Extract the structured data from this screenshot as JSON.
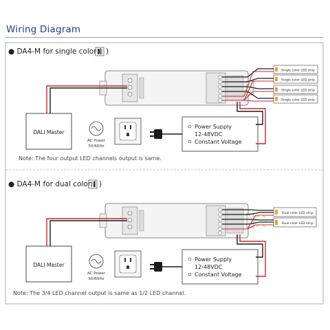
{
  "title": "Wiring Diagram",
  "sections": [
    {
      "heading": "DA4-M for single color (",
      "heading_close": ")",
      "master": "DALI Master",
      "ac_power": [
        "AC Power",
        "50/60Hz"
      ],
      "psu": [
        "Power Supply",
        "12-48VDC",
        "Constant Voltage"
      ],
      "strips": [
        "Single color LED strip",
        "Single color LED strip",
        "Single color LED strip",
        "Single color LED strip"
      ],
      "note": "Note: The four output LED channels output is same."
    },
    {
      "heading": "DA4-M for dual color (",
      "heading_close": ")",
      "master": "DALI Master",
      "ac_power": [
        "AC Power",
        "50/60Hz"
      ],
      "psu": [
        "Power Supply",
        "12-48VDC",
        "Constant Voltage"
      ],
      "strips": [
        "Dual color LED strip",
        "Dual color LED strip"
      ],
      "note": "Note: The 3/4 LED channel output is same as 1/2 LED channel."
    }
  ],
  "colors": {
    "title": "#1d3f87",
    "wire_red": "#c0282d",
    "wire_black": "#1a1a1a",
    "frame": "#9a9a9a"
  }
}
